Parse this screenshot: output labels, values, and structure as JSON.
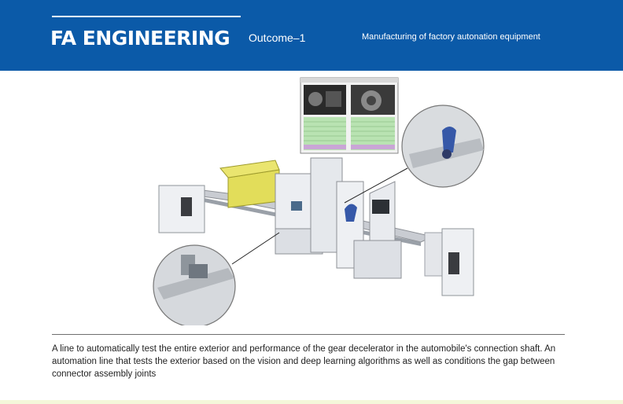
{
  "header": {
    "title": "FA ENGINEERING",
    "outcome": "Outcome–1",
    "subtitle": "Manufacturing of factory autonation equipment"
  },
  "caption": "A line to automatically test the entire exterior and performance of the gear decelerator in the automobile's connection shaft. An automation line that tests the exterior based on the vision and deep learning algorithms as well as conditions the gap between connector assembly joints",
  "colors": {
    "header_bg": "#0b5aa8",
    "accent_band": "#f4f7da"
  }
}
